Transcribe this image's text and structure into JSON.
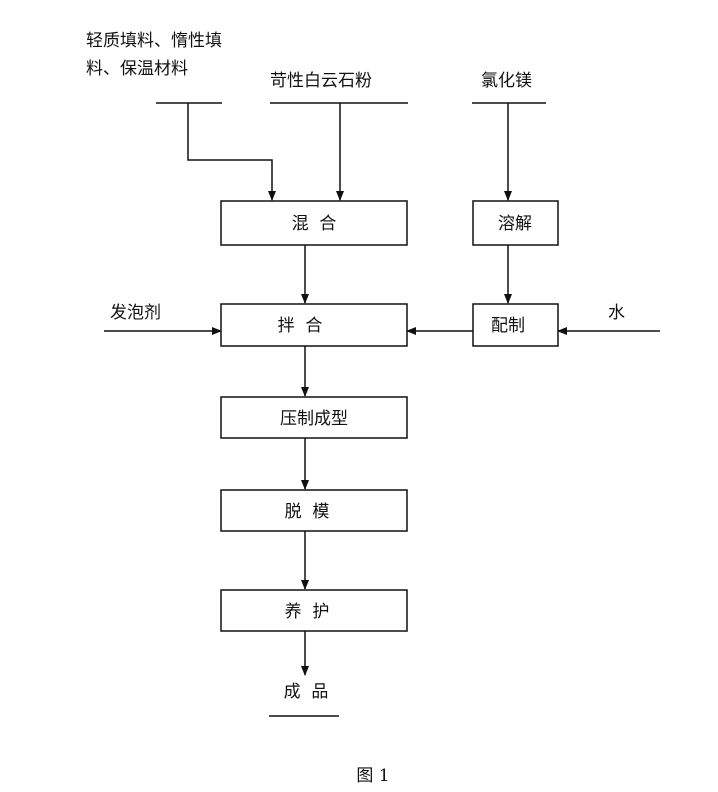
{
  "diagram": {
    "inputs": {
      "fillers_line1": "轻质填料、惰性填",
      "fillers_line2": "料、保温材料",
      "dolomite": "苛性白云石粉",
      "mgcl": "氯化镁",
      "foaming": "发泡剂",
      "water": "水"
    },
    "steps": {
      "mix": "混  合",
      "dissolve": "溶解",
      "stir": "拌  合",
      "prepare": "配制",
      "press": "压制成型",
      "demold": "脱  模",
      "cure": "养  护"
    },
    "product": "成  品",
    "caption": "图 1"
  }
}
